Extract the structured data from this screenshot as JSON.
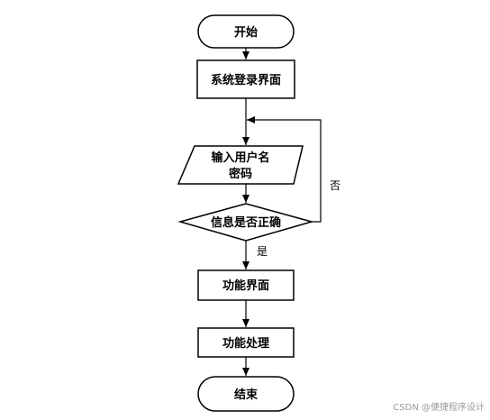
{
  "nodes": {
    "start": "开始",
    "login": "系统登录界面",
    "input_line1": "输入用户名",
    "input_line2": "密码",
    "decision": "信息是否正确",
    "function_ui": "功能界面",
    "function_proc": "功能处理",
    "end": "结束"
  },
  "edges": {
    "yes": "是",
    "no": "否"
  },
  "watermark": "CSDN @便捷程序设计"
}
